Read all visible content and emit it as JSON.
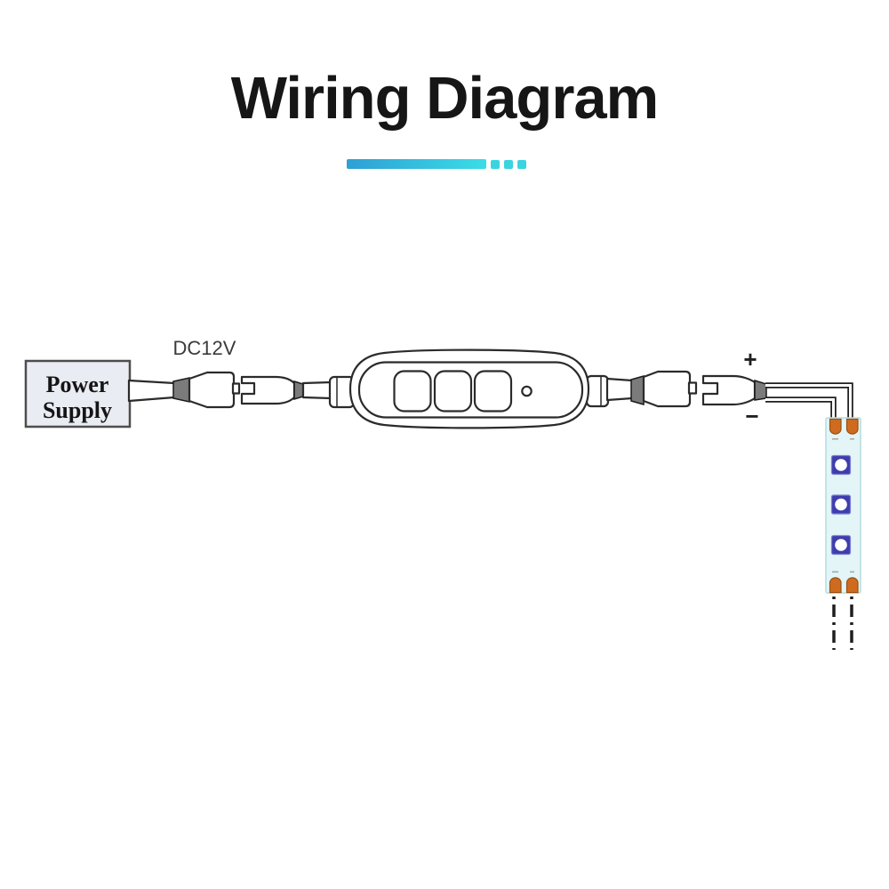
{
  "title": "Wiring Diagram",
  "underline": {
    "bar_color_start": "#2e9fd4",
    "bar_color_end": "#3bdde7",
    "square_color": "#3ad4e0",
    "square_count": 3
  },
  "labels": {
    "dc_voltage": "DC12V",
    "plus": "+",
    "minus": "−"
  },
  "power_supply": {
    "line1": "Power",
    "line2": "Supply"
  },
  "colors": {
    "outline": "#2b2b2b",
    "power_supply_fill": "#e9ecf2",
    "power_supply_border": "#4d4d4d",
    "strain_relief_gray": "#7b7b7b",
    "wire_black": "#1f1f1f",
    "strip_fill": "#e3f5f6",
    "strip_border": "#b5dce2",
    "solder_pad_orange": "#cf6b1f",
    "solder_pad_border": "#9a5112",
    "led_chip_blue": "#3d3dae",
    "led_chip_border": "#7d7dd0"
  },
  "led_strip": {
    "chip_count": 3,
    "pad_count_top": 2,
    "pad_count_bottom": 2
  }
}
